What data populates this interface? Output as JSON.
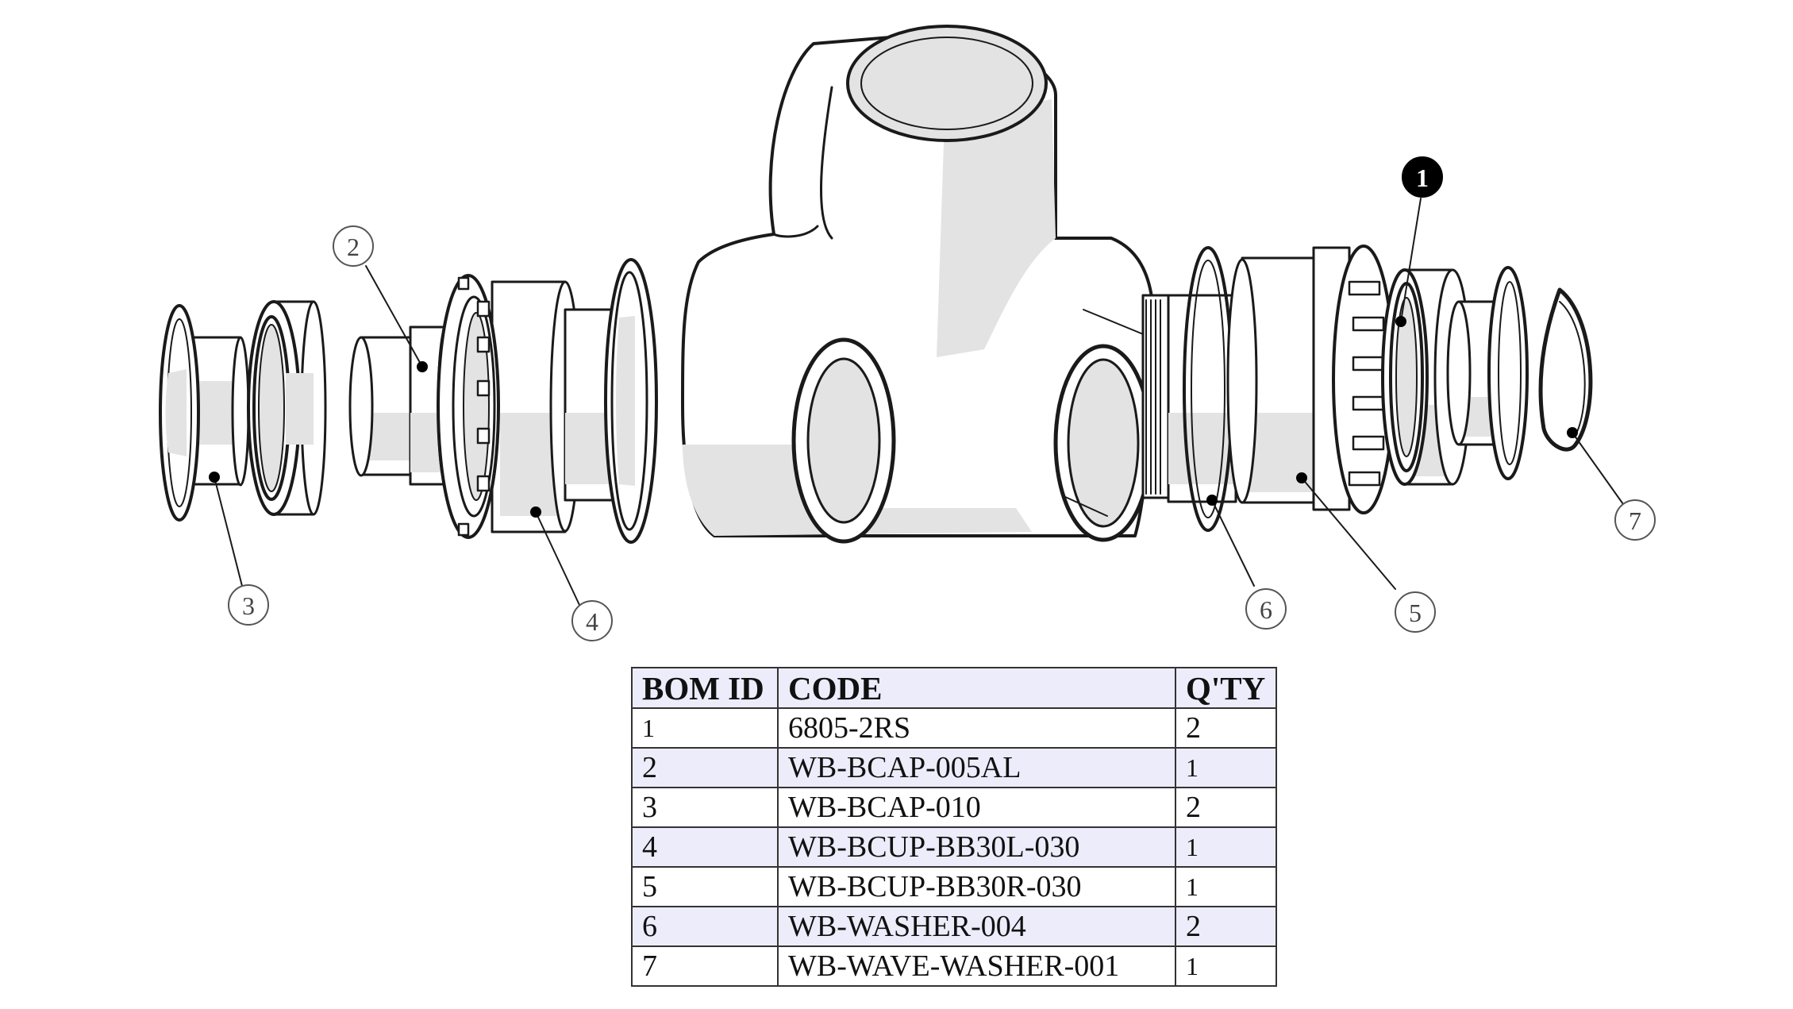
{
  "callouts": [
    {
      "id": "1",
      "label": "1",
      "filled": true
    },
    {
      "id": "2",
      "label": "2",
      "filled": false
    },
    {
      "id": "3",
      "label": "3",
      "filled": false
    },
    {
      "id": "4",
      "label": "4",
      "filled": false
    },
    {
      "id": "5",
      "label": "5",
      "filled": false
    },
    {
      "id": "6",
      "label": "6",
      "filled": false
    },
    {
      "id": "7",
      "label": "7",
      "filled": false
    }
  ],
  "bom_table": {
    "headers": [
      "BOM ID",
      "CODE",
      "Q'TY"
    ],
    "rows": [
      {
        "bom_id": "1",
        "code": "6805-2RS",
        "qty": "2"
      },
      {
        "bom_id": "2",
        "code": "WB-BCAP-005AL",
        "qty": "1"
      },
      {
        "bom_id": "3",
        "code": "WB-BCAP-010",
        "qty": "2"
      },
      {
        "bom_id": "4",
        "code": "WB-BCUP-BB30L-030",
        "qty": "1"
      },
      {
        "bom_id": "5",
        "code": "WB-BCUP-BB30R-030",
        "qty": "1"
      },
      {
        "bom_id": "6",
        "code": "WB-WASHER-004",
        "qty": "2"
      },
      {
        "bom_id": "7",
        "code": "WB-WAVE-WASHER-001",
        "qty": "1"
      }
    ]
  },
  "colors": {
    "line": "#1a1a1a",
    "shade": "#e3e3e3",
    "row_highlight": "#ececfb",
    "callout_fill": "#000000"
  }
}
